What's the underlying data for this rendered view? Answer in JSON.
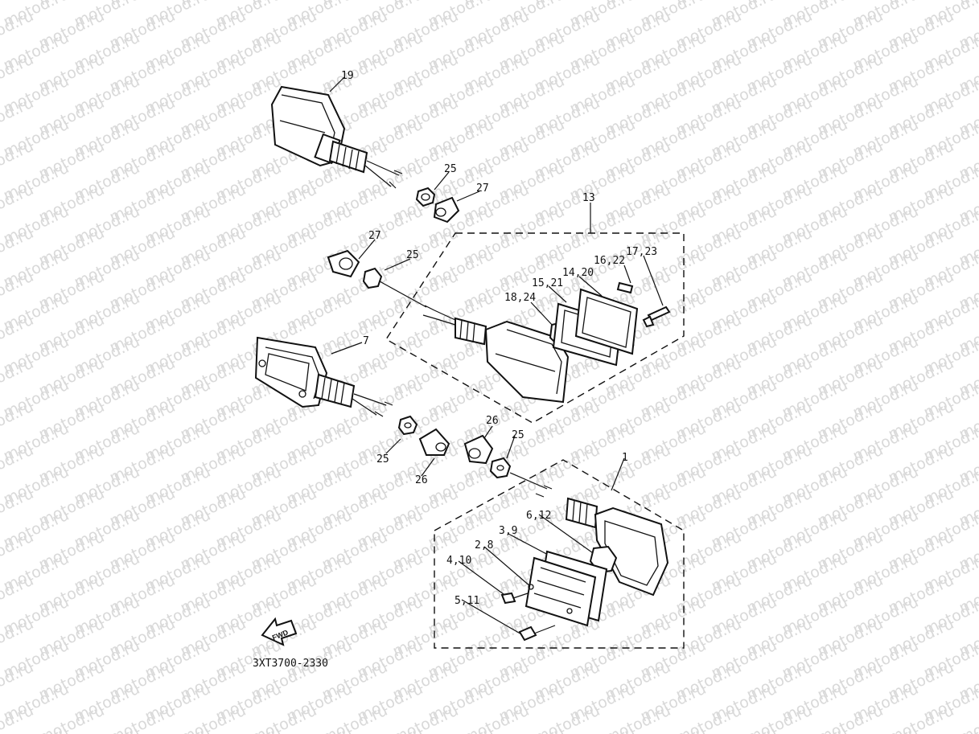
{
  "watermark": "motod.ru",
  "diagram_code": "3XT3700-2330",
  "fwd_label": "FWD",
  "labels": {
    "l19": "19",
    "l25a": "25",
    "l27a": "27",
    "l13": "13",
    "l27b": "27",
    "l25b": "25",
    "l16_22": "16,22",
    "l17_23": "17,23",
    "l14_20": "14,20",
    "l15_21": "15,21",
    "l18_24": "18,24",
    "l7": "7",
    "l26a": "26",
    "l25c": "25",
    "l25d": "25",
    "l26b": "26",
    "l1": "1",
    "l6_12": "6,12",
    "l3_9": "3,9",
    "l2_8": "2,8",
    "l4_10": "4,10",
    "l5_11": "5,11"
  }
}
